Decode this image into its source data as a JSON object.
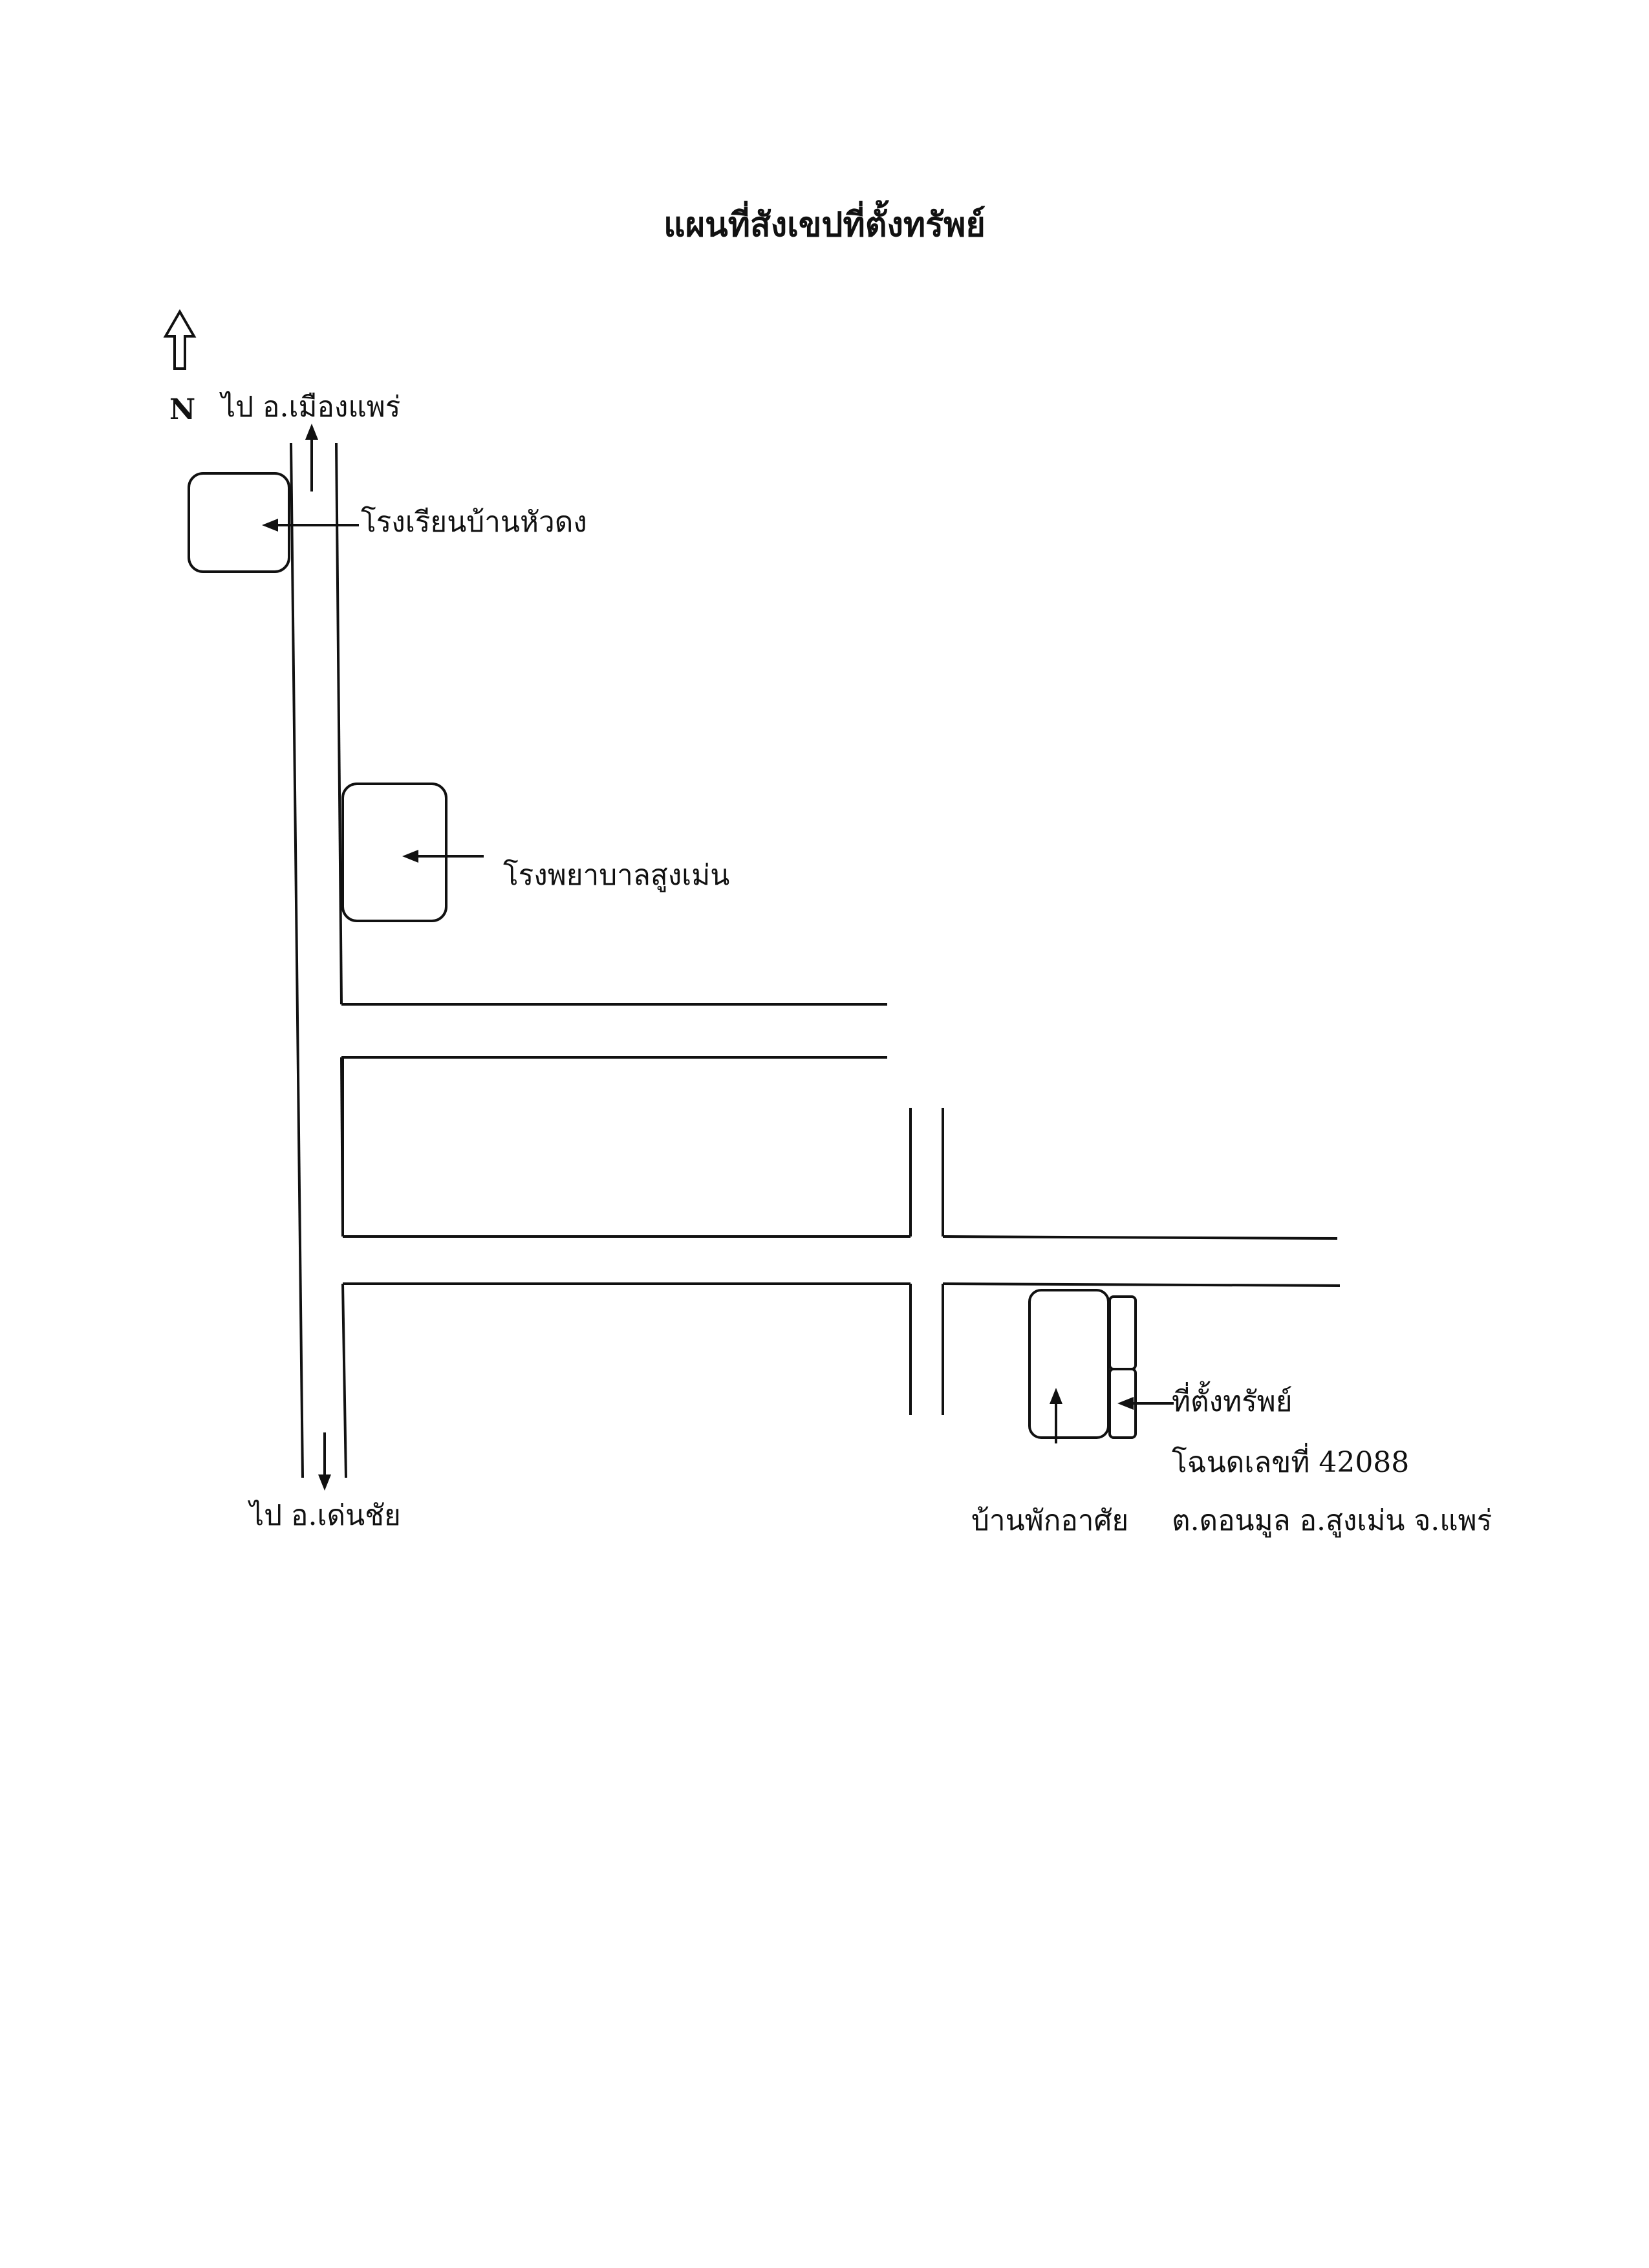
{
  "title": "แผนที่สังเขปที่ตั้งทรัพย์",
  "north_label": "N",
  "labels": {
    "to_mueang_phrae": "ไป อ.เมืองแพร่",
    "to_den_chai": "ไป อ.เด่นชัย",
    "school": "โรงเรียนบ้านหัวดง",
    "hospital": "โรงพยาบาลสูงเม่น",
    "property": "ที่ตั้งทรัพย์",
    "deed_number": "โฉนดเลขที่ 42088",
    "residence": "บ้านพักอาศัย",
    "address": "ต.ดอนมูล อ.สูงเม่น จ.แพร่"
  },
  "colors": {
    "ink": "#111111",
    "paper": "#ffffff"
  },
  "icons": {
    "north": "north-arrow-icon"
  }
}
